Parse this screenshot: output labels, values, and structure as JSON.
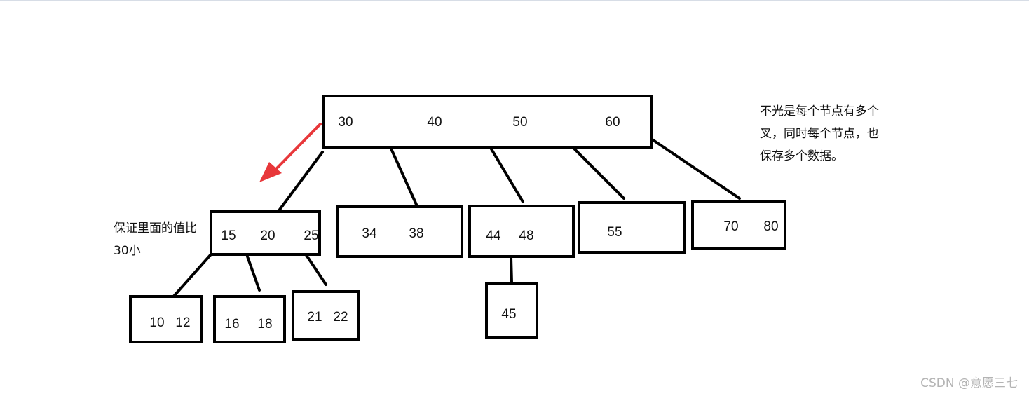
{
  "nodes": {
    "root": [
      "30",
      "40",
      "50",
      "60"
    ],
    "child_1": [
      "15",
      "20",
      "25"
    ],
    "child_2": [
      "34",
      "38"
    ],
    "child_3": [
      "44",
      "48"
    ],
    "child_4": [
      "55"
    ],
    "child_5": [
      "70",
      "80"
    ],
    "leaf_1": [
      "10",
      "12"
    ],
    "leaf_2": [
      "16",
      "18"
    ],
    "leaf_3": [
      "21",
      "22"
    ],
    "leaf_4": [
      "45"
    ]
  },
  "annotations": {
    "right_note": [
      "不光是每个节点有多个",
      "叉，同时每个节点，也",
      "保存多个数据。"
    ],
    "left_note": [
      "保证里面的值比",
      "30小"
    ]
  },
  "arrow_color": "#e8373a",
  "watermark": "CSDN @意愿三七"
}
